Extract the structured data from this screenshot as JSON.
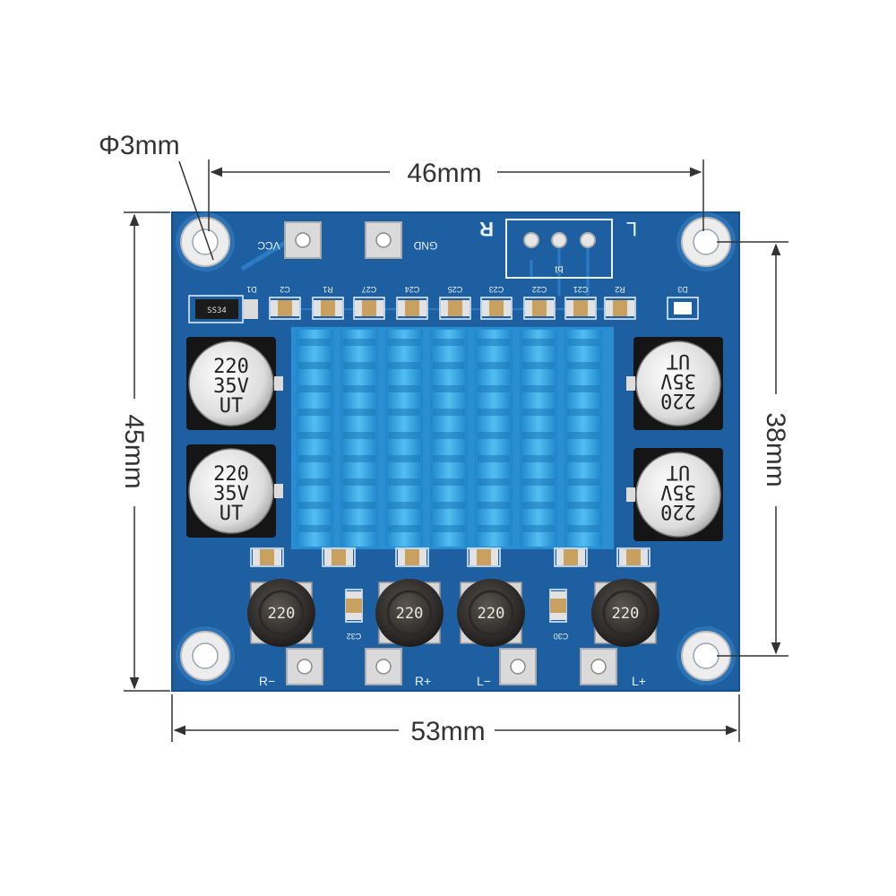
{
  "dimensions": {
    "hole_diameter": "Φ3mm",
    "hole_spacing_width": "46mm",
    "board_height": "45mm",
    "hole_spacing_height": "38mm",
    "board_width": "53mm"
  },
  "board": {
    "colors": {
      "pcb": "#1d5fa0",
      "pcb_dark": "#164f87",
      "heatsink": "#36a6e6",
      "pad": "#dcdcdc"
    },
    "power_pins": {
      "vcc": "VCC",
      "gnd": "GND"
    },
    "channel_right": "R",
    "channel_left": "L",
    "pot_label": "bʇ",
    "regulator_marking": "SS34",
    "diode_label": "D1",
    "top_parts": [
      "C2",
      "R1",
      "C27",
      "C24",
      "C25",
      "C23",
      "C22",
      "C21",
      "R2",
      "D3"
    ],
    "bottom_parts": {
      "c32": "C32",
      "c30": "C30"
    },
    "capacitor": {
      "value": "220",
      "voltage": "35V",
      "brand": "UT"
    },
    "inductor_value": "220",
    "output_pins": {
      "r_minus": "R−",
      "r_plus": "R+",
      "l_minus": "L−",
      "l_plus": "L+"
    }
  }
}
